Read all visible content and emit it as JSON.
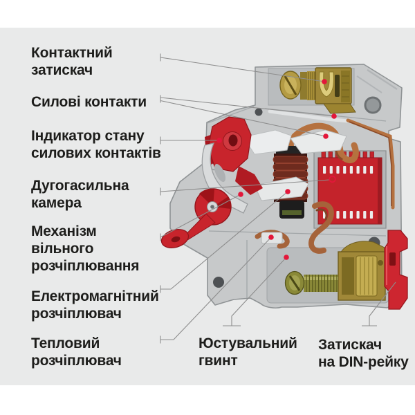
{
  "page": {
    "background_color": "#ffffff",
    "panel_color": "#e9eaea",
    "text_color": "#1d1d1b",
    "leader_line_color": "#8d8d8d",
    "marker_color": "#e3173a"
  },
  "diagram": {
    "subject": "cutaway view of a modular circuit breaker with part callouts",
    "labels": {
      "contact_clamp": "Контактний\nзатискач",
      "power_contacts": "Силові контакти",
      "contact_state_indicator": "Індикатор стану\nсилових контактів",
      "arc_chute": "Дугогасильна\nкамера",
      "free_release_mechanism": "Механізм\nвільного\nрозчіплювання",
      "electromagnetic_release": "Електромагнітний\nрозчіплювач",
      "thermal_release": "Тепловий\nрозчіплювач",
      "adjustment_screw": "Юстувальний\nгвинт",
      "din_rail_clamp": "Затискач\nна DIN-рейку"
    },
    "device_colors": {
      "housing_gray": "#c7c9ca",
      "red_plastic": "#c8242c",
      "brass": "#a08838",
      "copper": "#b5713f",
      "coil_winding": "#6e2b1e",
      "steel": "#d9dbdc",
      "screw_olive": "#8a8938"
    }
  }
}
